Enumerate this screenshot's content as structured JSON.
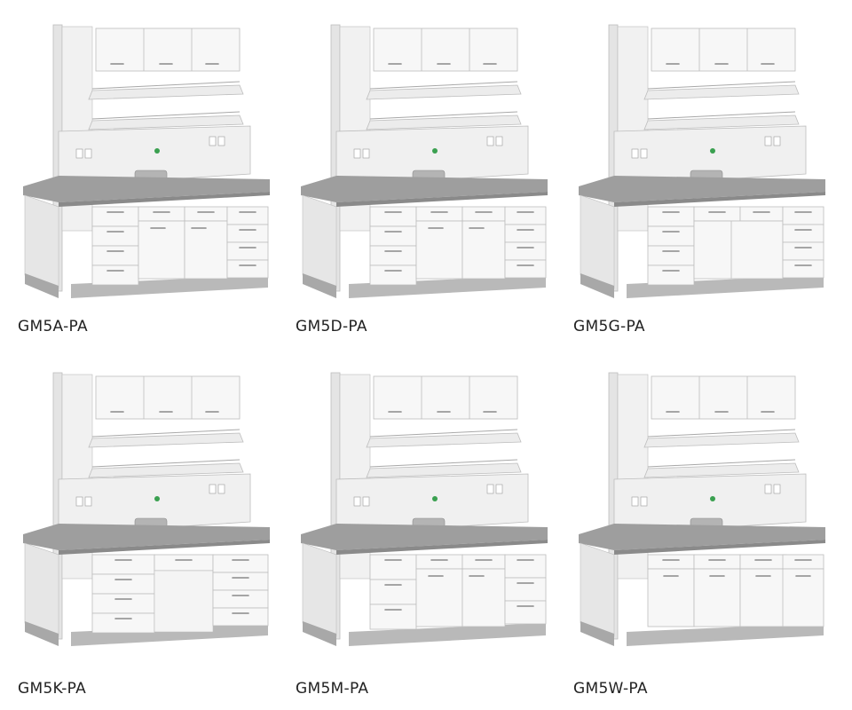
{
  "products": [
    {
      "code": "GM5A-PA",
      "variant": "A"
    },
    {
      "code": "GM5D-PA",
      "variant": "D"
    },
    {
      "code": "GM5G-PA",
      "variant": "G"
    },
    {
      "code": "GM5K-PA",
      "variant": "K"
    },
    {
      "code": "GM5M-PA",
      "variant": "M"
    },
    {
      "code": "GM5W-PA",
      "variant": "W"
    }
  ],
  "colors": {
    "worktop": "#9e9e9e",
    "cabinet": "#f7f7f7",
    "frame": "#e4e4e4",
    "plinth": "#b9b9b9",
    "outline": "#bdbdbd",
    "accent": "#3aa050"
  }
}
